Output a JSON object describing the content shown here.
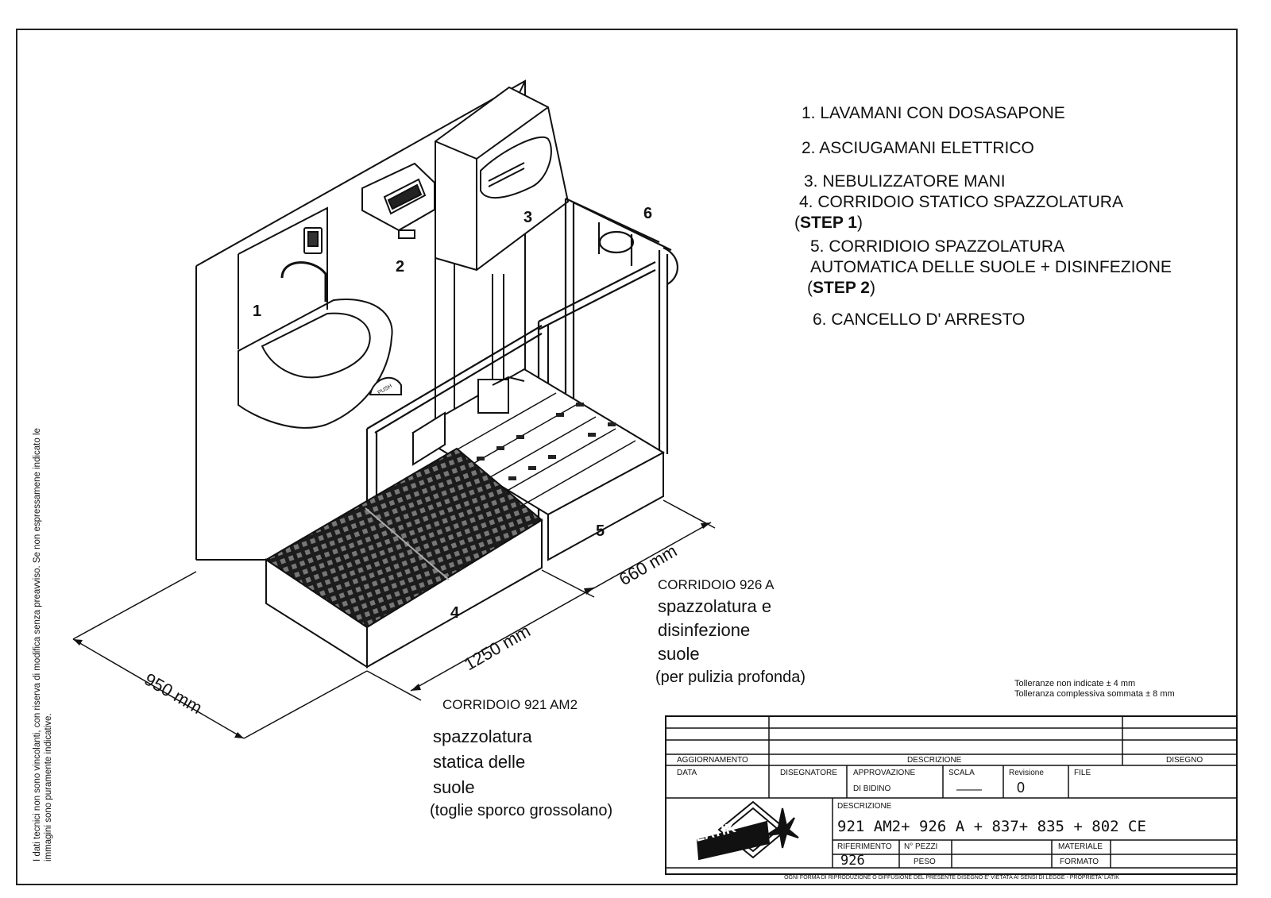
{
  "legend": {
    "item1": "1. LAVAMANI CON DOSASAPONE",
    "item2": "2. ASCIUGAMANI ELETTRICO",
    "item3": "3. NEBULIZZATORE MANI",
    "item4_line1": "4. CORRIDOIO STATICO SPAZZOLATURA",
    "item4_line2_open": "(",
    "item4_line2_bold": "STEP 1",
    "item4_line2_close": ")",
    "item5_line1": "5. CORRIDIOIO SPAZZOLATURA",
    "item5_line2": "AUTOMATICA DELLE SUOLE + DISINFEZIONE",
    "item5_line3_open": "(",
    "item5_line3_bold": "STEP 2",
    "item5_line3_close": ")",
    "item6": "6. CANCELLO D' ARRESTO"
  },
  "callouts": {
    "n1": "1",
    "n2": "2",
    "n3": "3",
    "n4": "4",
    "n5": "5",
    "n6": "6"
  },
  "dimensions": {
    "d950": "950 mm",
    "d1250": "1250 mm",
    "d660": "660 mm"
  },
  "corridor_926": {
    "title": "CORRIDOIO 926 A",
    "line1": "spazzolatura e",
    "line2": "disinfezione",
    "line3": "suole",
    "line4": "(per pulizia profonda)"
  },
  "corridor_921": {
    "title": "CORRIDOIO 921 AM2",
    "line1": "spazzolatura",
    "line2": "statica delle",
    "line3": "suole",
    "line4": "(toglie sporco grossolano)"
  },
  "side_note": {
    "line1": "I dati tecnici non sono vincolanti, con riserva di modifica senza preavviso. Se non espressamene indicato le",
    "line2": "immagini sono puramente indicative."
  },
  "tolerances": {
    "line1": "Tolleranze non indicate  ± 4 mm",
    "line2": "Tolleranza complessiva sommata  ± 8 mm"
  },
  "push_label": "PUSH",
  "title_block": {
    "aggiornamento": "AGGIORNAMENTO",
    "descrizione_header": "DESCRIZIONE",
    "disegno": "DISEGNO",
    "data": "DATA",
    "disegnatore": "DISEGNATORE",
    "approvazione": "APPROVAZIONE",
    "approvazione_value": "DI BIDINO",
    "scala": "SCALA",
    "scala_value": "——",
    "revisione": "Revisione",
    "revisione_value": "0",
    "file": "FILE",
    "descrizione": "DESCRIZIONE",
    "descrizione_value": "921  AM2+  926  A  +  837+  835  +  802  CE",
    "riferimento": "RIFERIMENTO",
    "riferimento_value": "926",
    "n_pezzi": "N° PEZZI",
    "peso": "PESO",
    "materiale": "MATERIALE",
    "formato": "FORMATO",
    "logo_text": "LATIK",
    "footer": "OGNI FORMA DI RIPRODUZIONE O DIFFUSIONE DEL PRESENTE DISEGNO E' VIETATA AI SENSI DI LEGGE - PROPRIETA' LATIK"
  }
}
